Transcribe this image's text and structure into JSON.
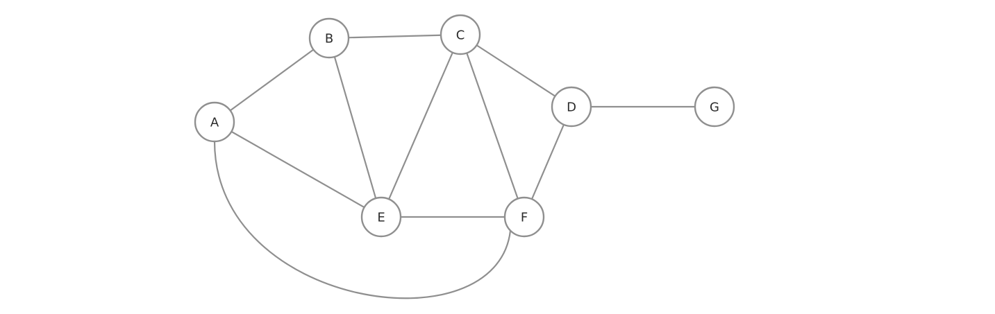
{
  "graph": {
    "nodes": [
      {
        "id": "A",
        "label": "A"
      },
      {
        "id": "B",
        "label": "B"
      },
      {
        "id": "C",
        "label": "C"
      },
      {
        "id": "D",
        "label": "D"
      },
      {
        "id": "E",
        "label": "E"
      },
      {
        "id": "F",
        "label": "F"
      },
      {
        "id": "G",
        "label": "G"
      }
    ],
    "edges": [
      {
        "from": "A",
        "to": "B"
      },
      {
        "from": "A",
        "to": "E"
      },
      {
        "from": "A",
        "to": "F",
        "curved": true
      },
      {
        "from": "B",
        "to": "C"
      },
      {
        "from": "B",
        "to": "E"
      },
      {
        "from": "C",
        "to": "E"
      },
      {
        "from": "C",
        "to": "F"
      },
      {
        "from": "C",
        "to": "D"
      },
      {
        "from": "D",
        "to": "F"
      },
      {
        "from": "D",
        "to": "G"
      },
      {
        "from": "E",
        "to": "F"
      }
    ],
    "colors": {
      "stroke": "#8f8f8f",
      "node_fill": "#ffffff",
      "label": "#2b2b2b"
    }
  }
}
